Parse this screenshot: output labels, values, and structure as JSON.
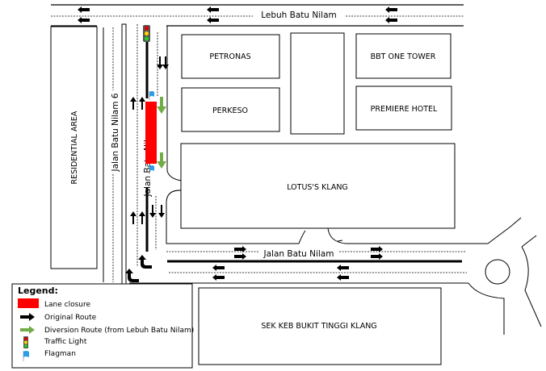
{
  "roads": {
    "top": "Lebuh Batu Nilam",
    "bottom": "Jalan Batu Nilam",
    "left": "Jalan Batu Nilam 6",
    "center": "Jalan Batu Nilam"
  },
  "buildings": {
    "residential": "RESIDENTIAL AREA",
    "petronas": "PETRONAS",
    "bbt": "BBT ONE TOWER",
    "perkeso": "PERKESO",
    "premiere": "PREMIERE HOTEL",
    "lotus": "LOTUS'S KLANG",
    "school": "SEK KEB BUKIT TINGGI KLANG"
  },
  "legend": {
    "title": "Legend:",
    "items": [
      {
        "label": "Lane closure",
        "icon": "lane-closure-swatch"
      },
      {
        "label": "Original Route",
        "icon": "black-arrow-icon"
      },
      {
        "label": "Diversion Route (from Lebuh Batu Nilam)",
        "icon": "green-arrow-icon"
      },
      {
        "label": "Traffic Light",
        "icon": "traffic-light-icon"
      },
      {
        "label": "Flagman",
        "icon": "flag-icon"
      }
    ]
  },
  "colors": {
    "lane_closure": "#ff0000",
    "original_route": "#000000",
    "diversion_route": "#70ad47",
    "flag": "#2e9be6",
    "light_red": "#e00000",
    "light_yellow": "#ffd700",
    "light_green": "#22cc22"
  }
}
